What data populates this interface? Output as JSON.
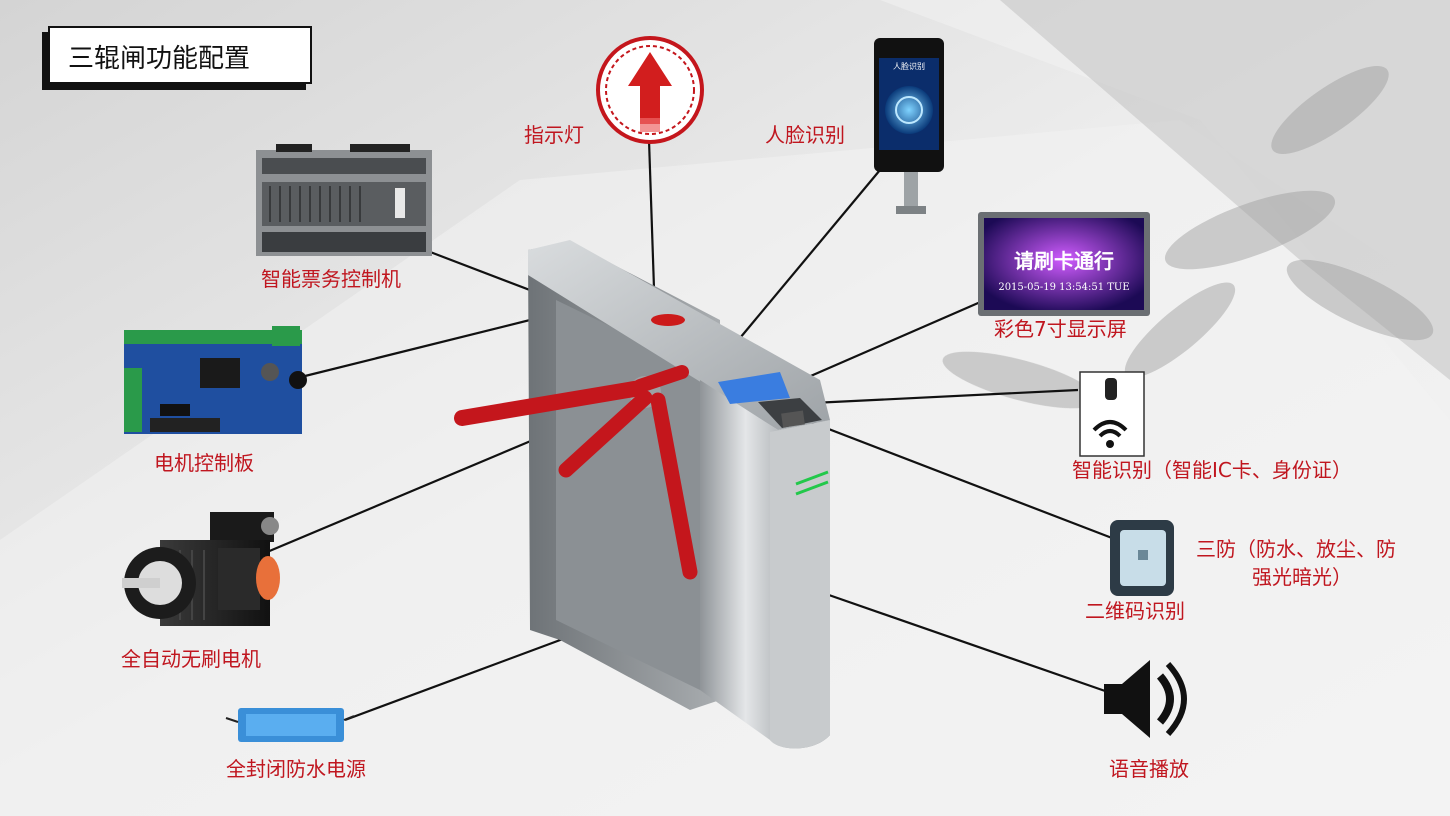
{
  "title": "三辊闸功能配置",
  "labels": {
    "indicator": "指示灯",
    "face_recognition": "人脸识别",
    "ticket_controller": "智能票务控制机",
    "display": "彩色7寸显示屏",
    "motor_board": "电机控制板",
    "smart_recognition": "智能识别（智能IC卡、身份证）",
    "qr_recognition": "二维码识别",
    "protection_line1": "三防（防水、放尘、防",
    "protection_line2": "强光暗光）",
    "motor": "全自动无刷电机",
    "power": "全封闭防水电源",
    "voice": "语音播放"
  },
  "devices": {
    "face_screen_text": "人脸识别",
    "display_main_text": "请刷卡通行",
    "display_sub_text": "2015-05-19 13:54:51 TUE"
  },
  "colors": {
    "label": "#c0161f",
    "arm": "#c4161c",
    "steel": "#bfc3c6",
    "leader_line": "#111111"
  }
}
